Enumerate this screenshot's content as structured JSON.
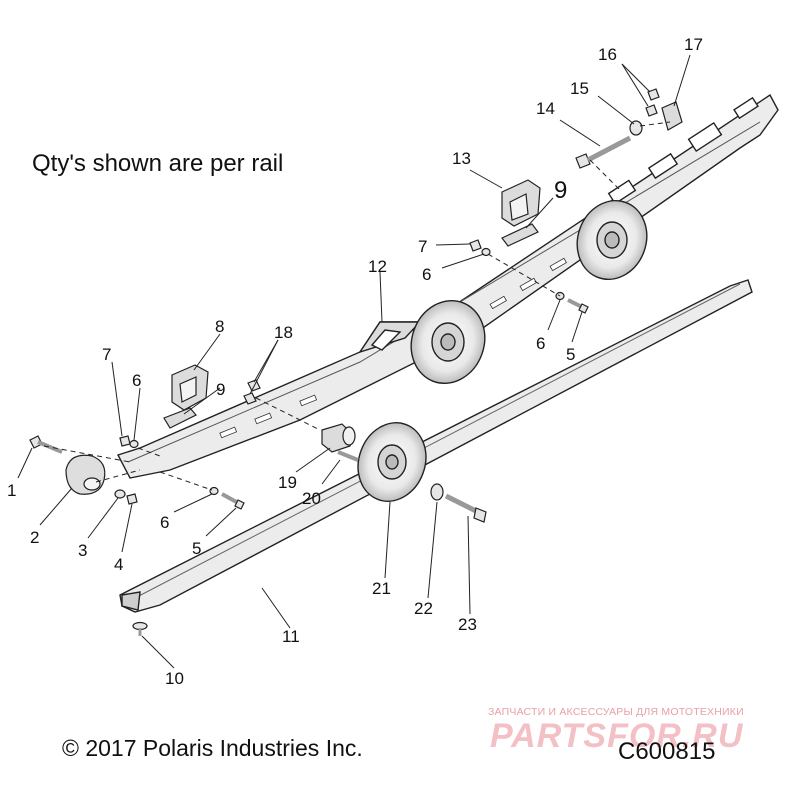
{
  "note": "Qty's shown are per rail",
  "copyright": "© 2017 Polaris Industries Inc.",
  "diagram_code": "C600815",
  "watermark": {
    "subtitle": "ЗАПЧАСТИ И АКСЕССУАРЫ ДЛЯ МОТОТЕХНИКИ",
    "logo": "PARTSFOR.RU"
  },
  "callouts": {
    "c1": "1",
    "c2": "2",
    "c3": "3",
    "c4": "4",
    "c5a": "5",
    "c5b": "5",
    "c6a": "6",
    "c6b": "6",
    "c6c": "6",
    "c6d": "6",
    "c7a": "7",
    "c7b": "7",
    "c8": "8",
    "c9a": "9",
    "c9b": "9",
    "c10": "10",
    "c11": "11",
    "c12": "12",
    "c13": "13",
    "c14": "14",
    "c15": "15",
    "c16": "16",
    "c17": "17",
    "c18": "18",
    "c19": "19",
    "c20": "20",
    "c21": "21",
    "c22": "22",
    "c23": "23"
  }
}
